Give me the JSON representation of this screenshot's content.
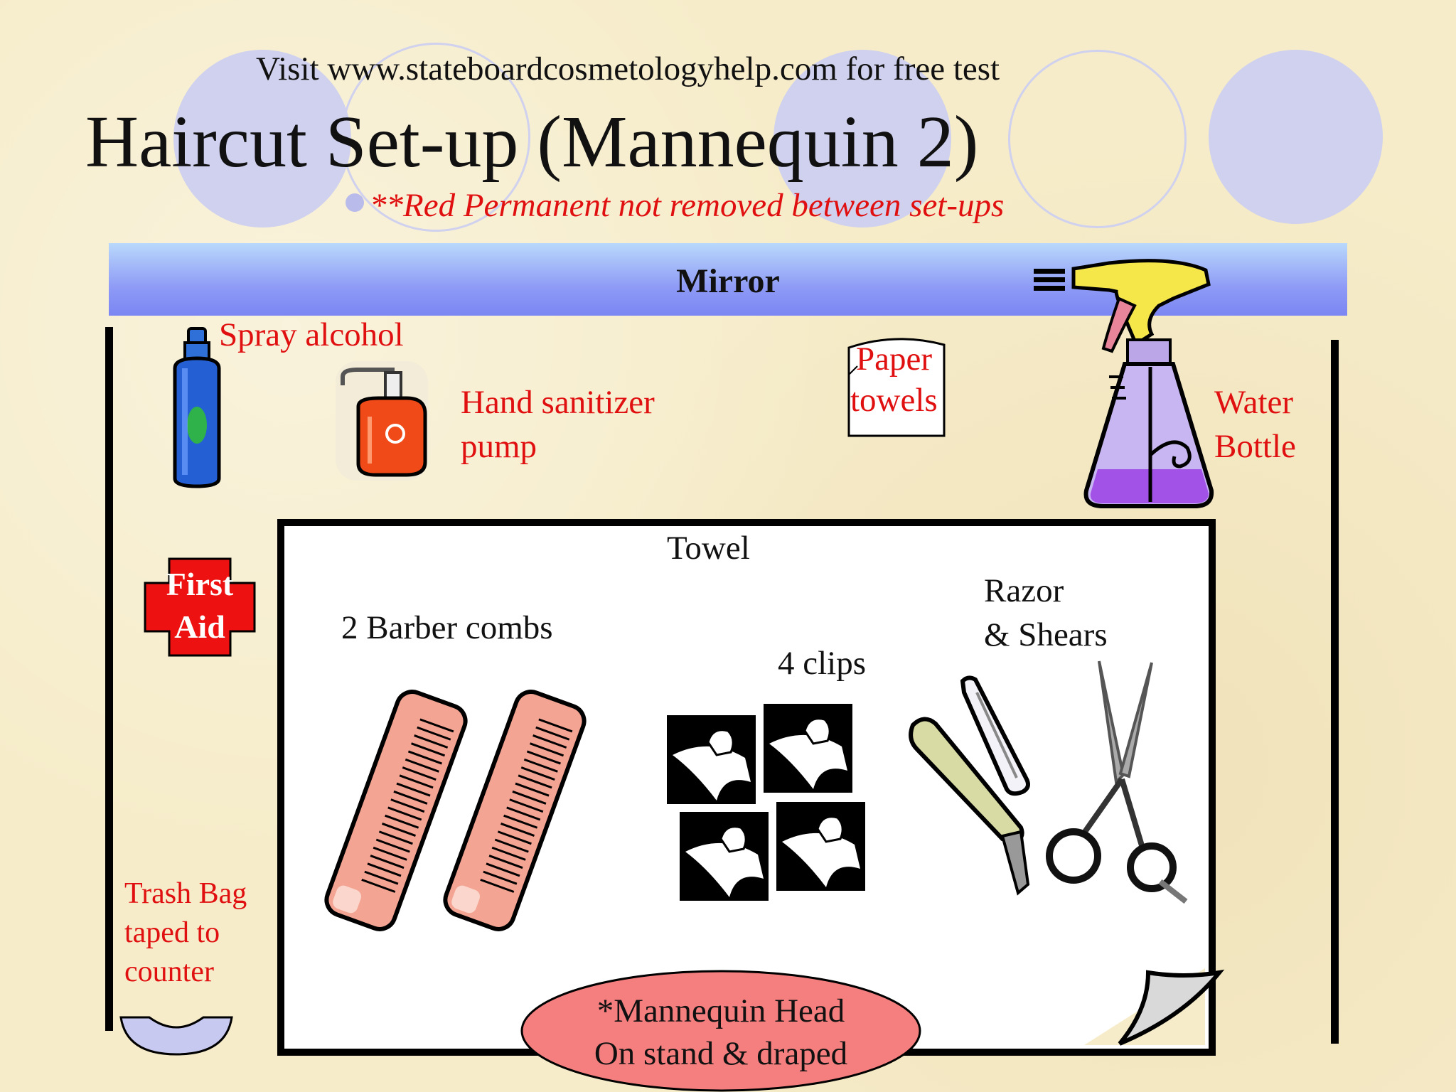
{
  "header": {
    "visit_text": "Visit www.stateboardcosmetologyhelp.com for free test",
    "title": "Haircut Set-up (Mannequin 2)",
    "note": "**Red Permanent not removed between set-ups"
  },
  "layout": {
    "mirror_label": "Mirror",
    "towel_label": "Towel"
  },
  "items": {
    "spray_alcohol": "Spray alcohol",
    "hand_sanitizer_line1": "Hand sanitizer",
    "hand_sanitizer_line2": "pump",
    "paper_towels_line1": "Paper",
    "paper_towels_line2": "towels",
    "water_bottle_line1": "Water",
    "water_bottle_line2": "Bottle",
    "first_aid_line1": "First",
    "first_aid_line2": "Aid",
    "barber_combs": "2 Barber combs",
    "clips": "4 clips",
    "razor_line1": "Razor",
    "razor_line2": "& Shears",
    "trash_line1": "Trash Bag",
    "trash_line2": "taped to",
    "trash_line3": "counter",
    "mannequin_line1": "*Mannequin Head",
    "mannequin_line2": "On stand & draped"
  },
  "colors": {
    "label_red": "#e01010",
    "mirror_blue": "#8f9bf6",
    "first_aid_red": "#ee1111",
    "mannequin_fill": "#f57f7f"
  }
}
